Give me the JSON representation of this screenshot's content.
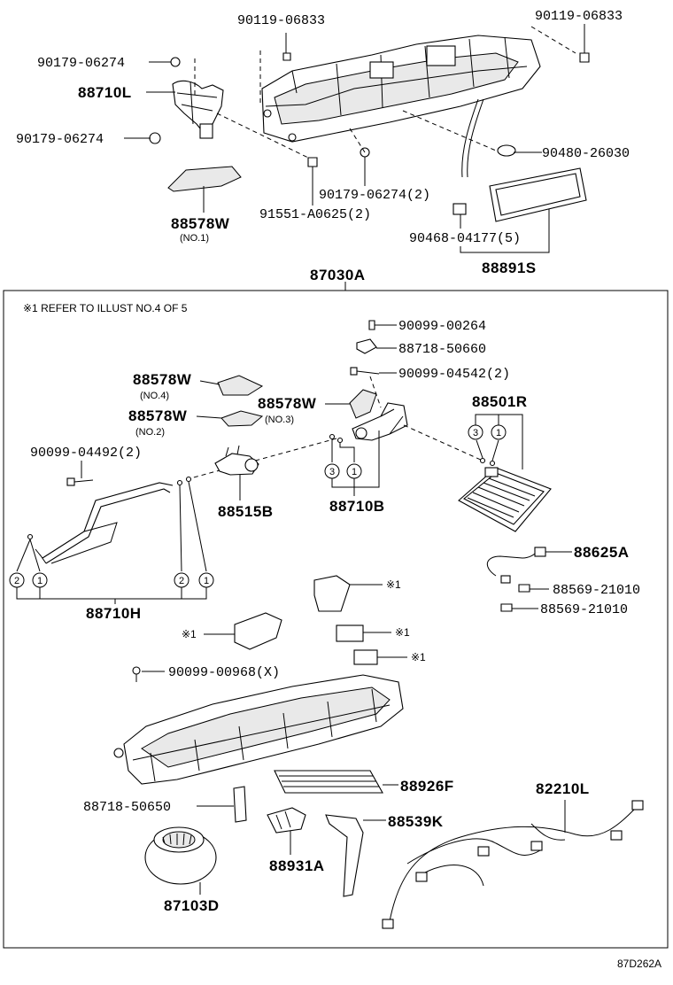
{
  "diagram_code": "87D262A",
  "note": "※1 REFER TO ILLUST NO.4 OF 5",
  "ref_mark": "※1",
  "parts": {
    "p_9011906833_left": "90119-06833",
    "p_9011906833_right": "90119-06833",
    "p_9017906274_a": "90179-06274",
    "p_88710L": "88710L",
    "p_9017906274_b": "90179-06274",
    "p_9048026030": "90480-26030",
    "p_9017906274_2": "90179-06274(2)",
    "p_91551A0625": "91551-A0625(2)",
    "p_88578W_top": "88578W",
    "p_88578W_top_sub": "(NO.1)",
    "p_9046804177": "90468-04177(5)",
    "p_88891S": "88891S",
    "p_87030A": "87030A",
    "p_9009900264": "90099-00264",
    "p_8871850660": "88718-50660",
    "p_9009904542": "90099-04542(2)",
    "p_88578W_no4": "88578W",
    "p_88578W_no4_sub": "(NO.4)",
    "p_88578W_no2": "88578W",
    "p_88578W_no2_sub": "(NO.2)",
    "p_88578W_no3": "88578W",
    "p_88578W_no3_sub": "(NO.3)",
    "p_88501R": "88501R",
    "p_9009904492": "90099-04492(2)",
    "p_88515B": "88515B",
    "p_88710B": "88710B",
    "p_88625A": "88625A",
    "p_8856921010_a": "88569-21010",
    "p_8856921010_b": "88569-21010",
    "p_88710H": "88710H",
    "p_9009900968": "90099-00968(X)",
    "p_88926F": "88926F",
    "p_82210L": "82210L",
    "p_8871850650": "88718-50650",
    "p_88539K": "88539K",
    "p_88931A": "88931A",
    "p_87103D": "87103D"
  },
  "circle_numbers": {
    "c1": "1",
    "c2": "2",
    "c3": "3"
  }
}
